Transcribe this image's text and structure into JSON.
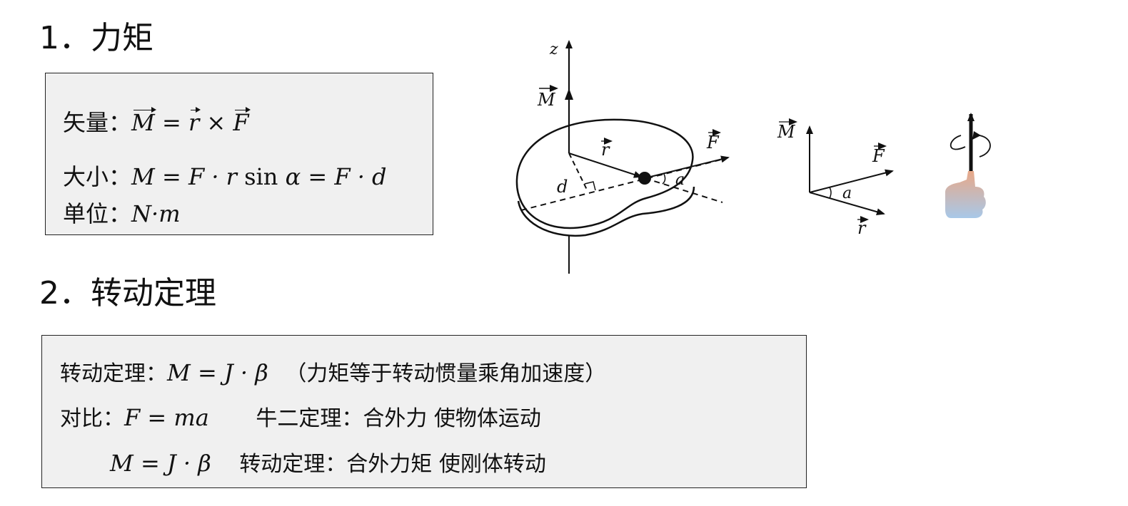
{
  "section1": {
    "heading": "1．力矩",
    "vector_label": "矢量：",
    "magnitude_label": "大小：",
    "unit_label": "单位：",
    "unit": "N·m"
  },
  "section2": {
    "heading": "2．转动定理",
    "theorem_label": "转动定理：",
    "theorem_note": "（力矩等于转动惯量乘角加速度）",
    "compare_label": "对比：",
    "newton_text": "牛二定理：合外力 使物体运动",
    "rotation_text": "转动定理：合外力矩 使刚体转动"
  },
  "diagram": {
    "z_label": "z",
    "M_label": "M",
    "r_label": "r",
    "F_label": "F",
    "d_label": "d",
    "alpha_label": "a"
  },
  "colors": {
    "box_fill": "#f0f0f0",
    "hand_top": "#e8a888",
    "hand_bottom": "#a8c8e8"
  }
}
